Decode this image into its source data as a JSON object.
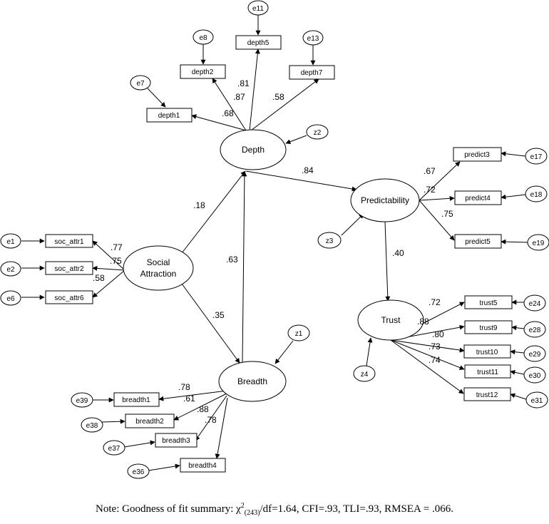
{
  "latents": {
    "depth": "Depth",
    "predictability": "Predictability",
    "social_1": "Social",
    "social_2": "Attraction",
    "breadth": "Breadth",
    "trust": "Trust"
  },
  "indicators": {
    "depth1": "depth1",
    "depth2": "depth2",
    "depth5": "depth5",
    "depth7": "depth7",
    "predict3": "predict3",
    "predict4": "predict4",
    "predict5": "predict5",
    "soc_attr1": "soc_attr1",
    "soc_attr2": "soc_attr2",
    "soc_attr6": "soc_attr6",
    "trust5": "trust5",
    "trust9": "trust9",
    "trust10": "trust10",
    "trust11": "trust11",
    "trust12": "trust12",
    "breadth1": "breadth1",
    "breadth2": "breadth2",
    "breadth3": "breadth3",
    "breadth4": "breadth4"
  },
  "errors": {
    "e11": "e11",
    "e8": "e8",
    "e13": "e13",
    "e7": "e7",
    "e17": "e17",
    "e18": "e18",
    "e19": "e19",
    "e1": "e1",
    "e2": "e2",
    "e6": "e6",
    "e24": "e24",
    "e28": "e28",
    "e29": "e29",
    "e30": "e30",
    "e31": "e31",
    "e39": "e39",
    "e38": "e38",
    "e37": "e37",
    "e36": "e36",
    "z1": "z1",
    "z2": "z2",
    "z3": "z3",
    "z4": "z4"
  },
  "coefficients": {
    "depth1": ".68",
    "depth2": ".87",
    "depth5": ".81",
    "depth7": ".58",
    "predict3": ".67",
    "predict4": ".72",
    "predict5": ".75",
    "soc_attr1": ".77",
    "soc_attr2": ".75",
    "soc_attr6": ".58",
    "trust5": ".72",
    "trust9": ".88",
    "trust10": ".80",
    "trust11": ".73",
    "trust12": ".74",
    "breadth1": ".78",
    "breadth2": ".61",
    "breadth3": ".88",
    "breadth4": ".78",
    "depth_predict": ".84",
    "social_depth": ".18",
    "breadth_depth": ".63",
    "social_breadth": ".35",
    "predict_trust": ".40"
  },
  "note": {
    "prefix": "Note: Goodness of fit summary: ",
    "chi": "χ",
    "sup": "2",
    "sub": "(243)",
    "suffix": "/df=1.64, CFI=.93, TLI=.93, RMSEA = .066."
  }
}
